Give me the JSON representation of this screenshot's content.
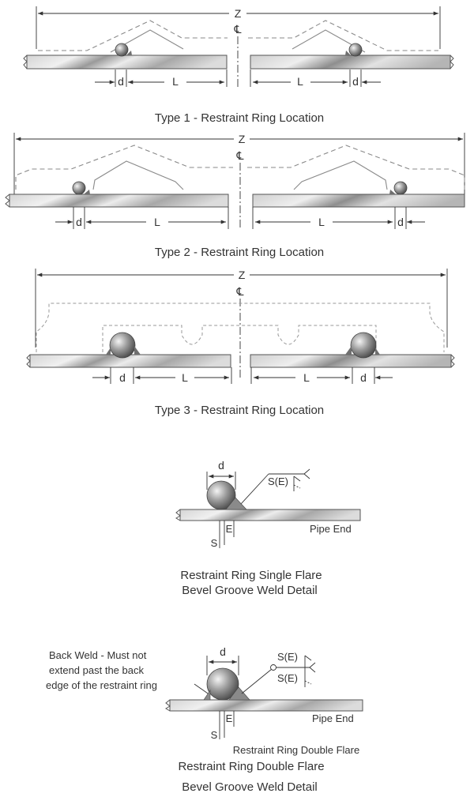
{
  "type1": {
    "z_label": "Z",
    "cl_label": "℄",
    "d_label": "d",
    "l_label": "L",
    "caption": "Type 1 - Restraint Ring Location"
  },
  "type2": {
    "z_label": "Z",
    "cl_label": "℄",
    "d_label": "d",
    "l_label": "L",
    "caption": "Type 2 - Restraint Ring Location"
  },
  "type3": {
    "z_label": "Z",
    "cl_label": "℄",
    "d_label": "d",
    "l_label": "L",
    "caption": "Type 3 - Restraint Ring Location"
  },
  "single_flare": {
    "d_label": "d",
    "weld_symbol_label": "S(E)",
    "s_label": "S",
    "e_label": "E",
    "pipe_end_label": "Pipe End",
    "caption_line1": "Restraint Ring Single Flare",
    "caption_line2": "Bevel Groove Weld Detail"
  },
  "double_flare": {
    "note_line1": "Back Weld - Must not",
    "note_line2": "extend past the back",
    "note_line3": "edge of the restraint ring",
    "d_label": "d",
    "weld_symbol_top": "S(E)",
    "weld_symbol_bottom": "S(E)",
    "s_label": "S",
    "e_label": "E",
    "pipe_end_label": "Pipe End",
    "sub_label": "Restraint Ring Double Flare",
    "caption_line1": "Restraint Ring Double Flare",
    "caption_line2": "Bevel Groove Weld Detail"
  },
  "colors": {
    "pipe_light": "#e6e6e6",
    "pipe_dark": "#7a7a7a",
    "ring_dark": "#6f6f6f",
    "dashed_outline": "#8a8a8a"
  }
}
